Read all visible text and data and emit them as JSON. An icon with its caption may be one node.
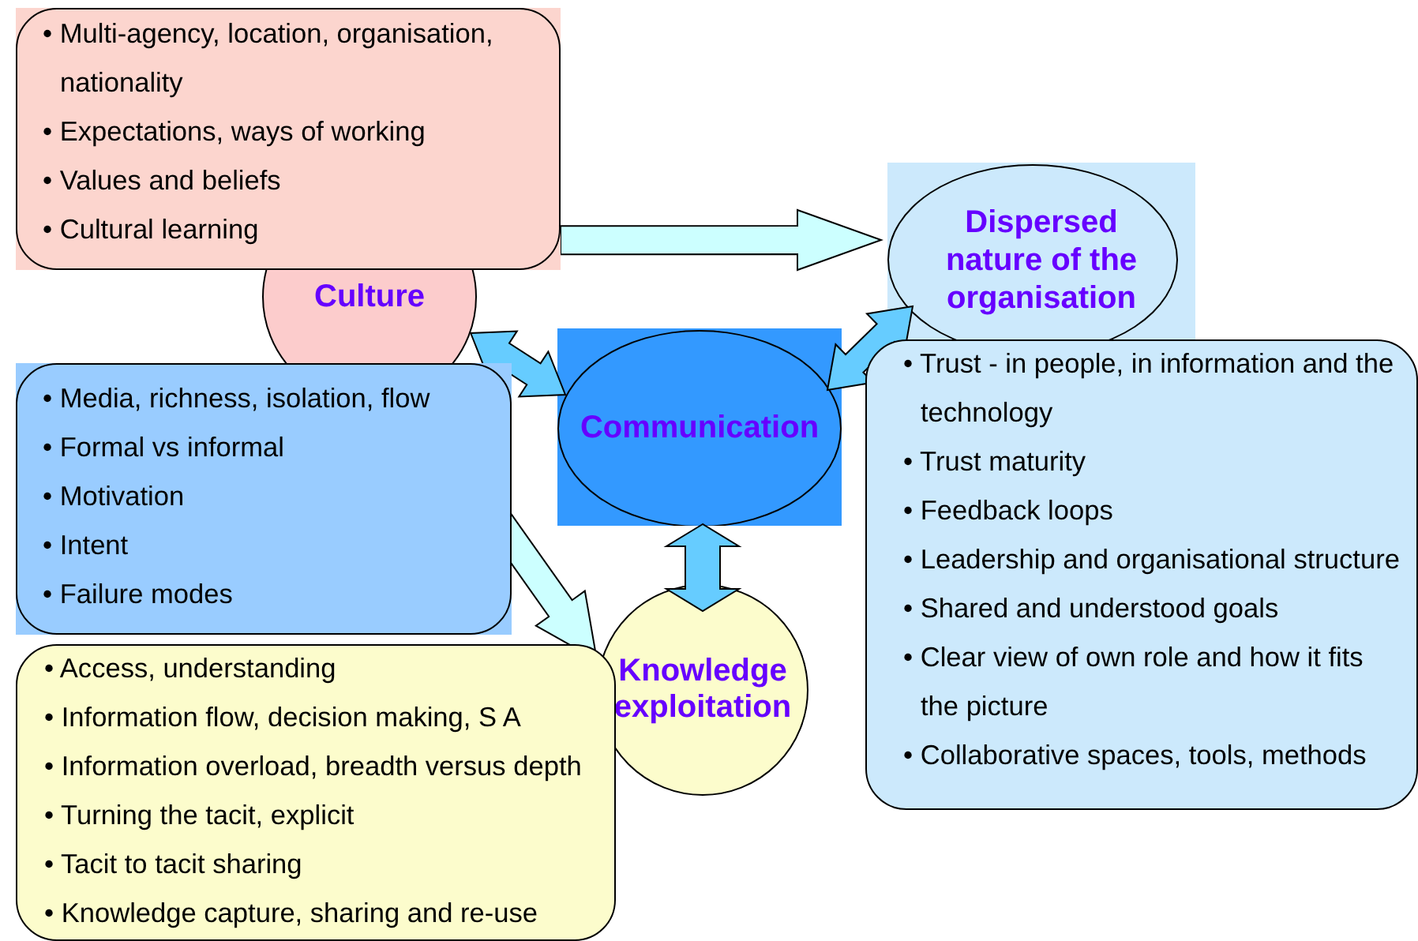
{
  "diagram": {
    "nodes": [
      {
        "text": [
          "• Multi-agency, location, organisation, nationality",
          "• Expectations, ways of working",
          "• Values and beliefs",
          "• Cultural learning"
        ]
      },
      {
        "text": [
          "Culture"
        ]
      },
      {
        "text": [
          "Dispersed nature of the organisation"
        ]
      },
      {
        "text": [
          "Communication"
        ]
      },
      {
        "text": [
          "• Media, richness, isolation, flow",
          "• Formal vs informal",
          "• Motivation",
          "• Intent",
          "• Failure modes"
        ]
      },
      {
        "text": [
          "• Trust - in people, in information and the technology",
          "• Trust maturity",
          "• Feedback loops",
          "• Leadership and organisational structure",
          "• Shared and understood goals",
          "• Clear view of own role and how it fits the picture",
          "• Collaborative spaces, tools, methods"
        ]
      },
      {
        "text": [
          "Knowledge exploitation"
        ]
      },
      {
        "text": [
          "• Access, understanding",
          "• Information flow, decision making, S A",
          "• Information overload, breadth versus depth",
          "• Turning the tacit, explicit",
          "• Tacit to tacit sharing",
          "• Knowledge capture, sharing and re-use"
        ]
      }
    ],
    "edges": [
      {
        "from": 0,
        "to": 2,
        "arrow": "to",
        "color": "#ccffff"
      },
      {
        "from": 1,
        "to": 3,
        "arrow": "both",
        "color": "#66ccff"
      },
      {
        "from": 2,
        "to": 3,
        "arrow": "both",
        "color": "#66ccff"
      },
      {
        "from": 3,
        "to": 6,
        "arrow": "both",
        "color": "#66ccff"
      },
      {
        "from": 1,
        "to": 6,
        "arrow": "to",
        "color": "#ccffff"
      }
    ]
  }
}
